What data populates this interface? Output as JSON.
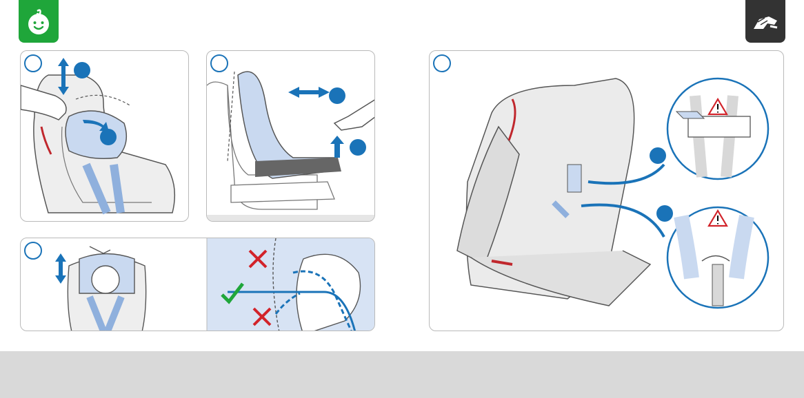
{
  "colors": {
    "accent_blue": "#1a73b8",
    "light_blue": "#c9d9f0",
    "green_tab": "#1fa63a",
    "dark_tab": "#333333",
    "warning_red": "#d2232a",
    "check_green": "#1fa63a",
    "footer_grey": "#d9d9d9",
    "panel_border": "#b9b9b9"
  },
  "header": {
    "left_icon": "baby-face-icon",
    "right_icon": "hand-installation-icon"
  },
  "panels": [
    {
      "id": "headrest-height",
      "icon": "up-down-arrow-icon"
    },
    {
      "id": "recline-position",
      "icon": "left-right-arrow-icon"
    },
    {
      "id": "harness-height-check",
      "icons": [
        "up-down-arrow-icon",
        "checkmark-icon",
        "cross-icon"
      ]
    },
    {
      "id": "rear-view-belt-routing",
      "icons": [
        "warning-triangle-icon",
        "warning-triangle-icon"
      ]
    }
  ]
}
